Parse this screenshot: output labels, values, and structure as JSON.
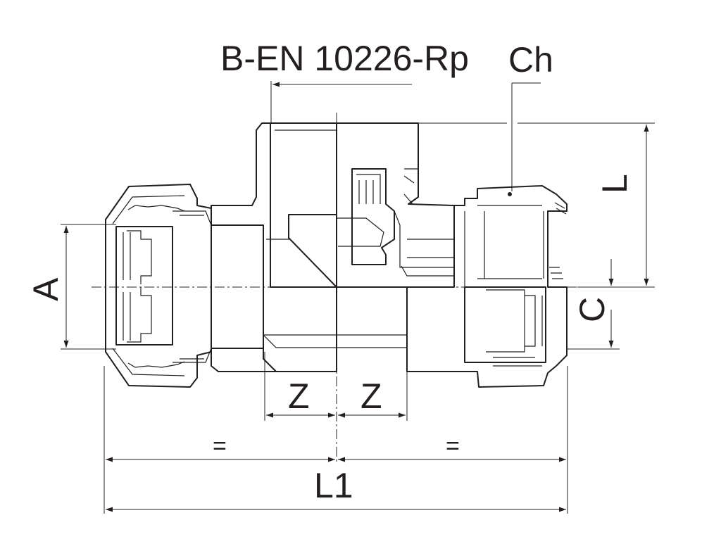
{
  "labels": {
    "thread_standard": "B-EN 10226-Rp",
    "spanner_size": "Ch",
    "dim_height": "L",
    "dim_diameter": "A",
    "dim_depth": "C",
    "dim_z_left": "Z",
    "dim_z_right": "Z",
    "equal_left": "=",
    "equal_right": "=",
    "overall_length": "L1"
  }
}
